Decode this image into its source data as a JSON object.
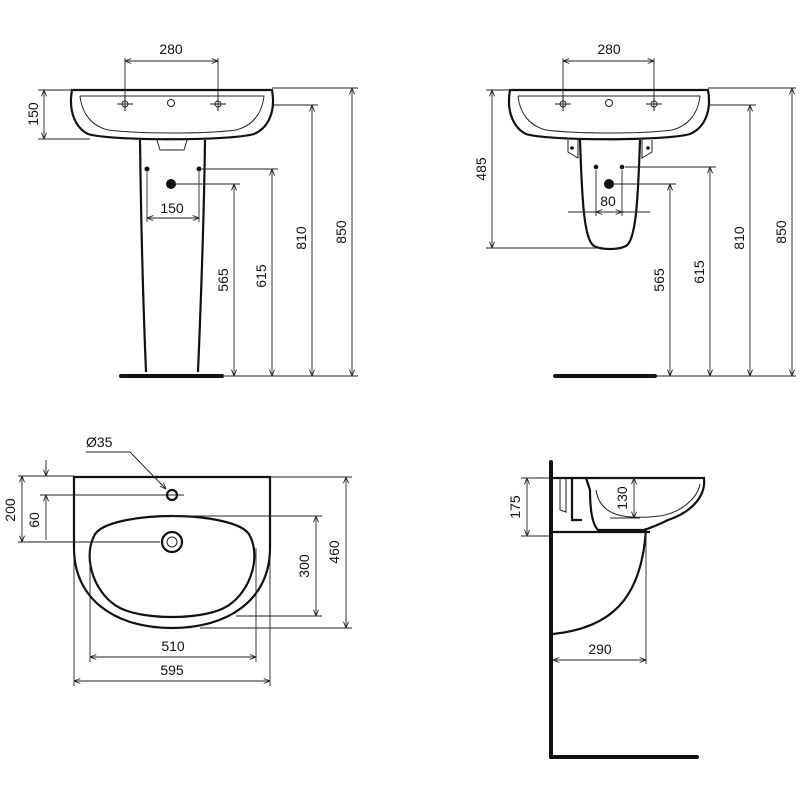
{
  "views": {
    "front_pedestal": {
      "top_hole_spacing": "280",
      "bowl_height": "150",
      "pedestal_fix_spacing": "150",
      "waste_height": "565",
      "fix_height": "615",
      "rim_height": "810",
      "overall_height": "850"
    },
    "front_semi_pedestal": {
      "top_hole_spacing": "280",
      "semi_pedestal_height": "485",
      "waste_width": "80",
      "waste_height": "565",
      "fix_height": "615",
      "rim_height": "810",
      "overall_height": "850"
    },
    "plan": {
      "tap_hole_diameter": "Ø35",
      "tap_hole_offset": "200",
      "tap_hole_to_bowl": "60",
      "bowl_depth": "300",
      "overall_depth": "460",
      "bowl_width": "510",
      "overall_width": "595"
    },
    "side_section": {
      "rim_to_overflow": "175",
      "overflow_drop": "130",
      "projection": "290"
    }
  }
}
